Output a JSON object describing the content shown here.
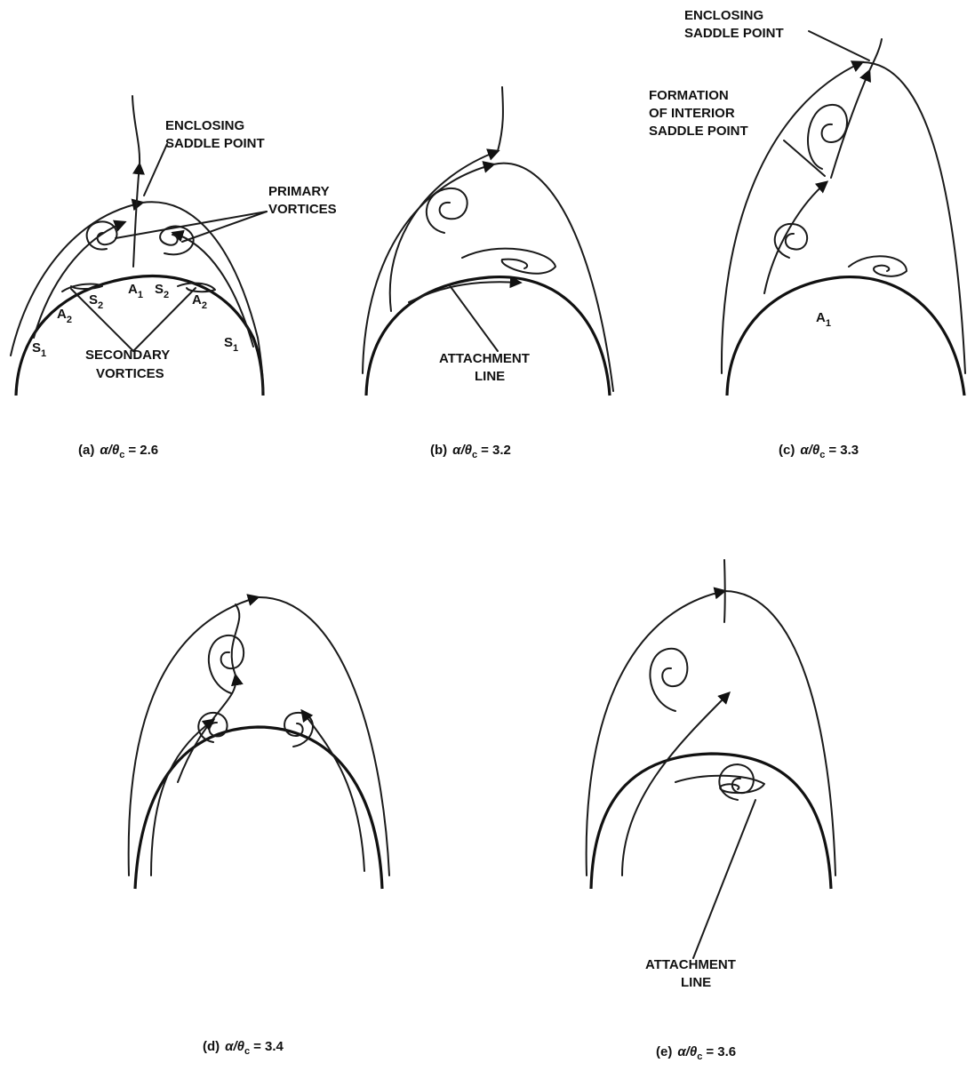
{
  "panels": [
    {
      "id": "a",
      "caption": {
        "prefix": "(a)",
        "ratio": "α/θ",
        "sub": "c",
        "value": "= 2.6"
      },
      "labels": [
        {
          "key": "enc1",
          "text": "ENCLOSING"
        },
        {
          "key": "enc2",
          "text": "SADDLE  POINT"
        },
        {
          "key": "prim1",
          "text": "PRIMARY"
        },
        {
          "key": "prim2",
          "text": "VORTICES"
        },
        {
          "key": "sec1",
          "text": "SECONDARY"
        },
        {
          "key": "sec2",
          "text": "VORTICES"
        },
        {
          "key": "A1",
          "text": "A",
          "sub": "1"
        },
        {
          "key": "S2L",
          "text": "S",
          "sub": "2"
        },
        {
          "key": "S2R",
          "text": "S",
          "sub": "2"
        },
        {
          "key": "A2L",
          "text": "A",
          "sub": "2"
        },
        {
          "key": "A2R",
          "text": "A",
          "sub": "2"
        },
        {
          "key": "S1L",
          "text": "S",
          "sub": "1"
        },
        {
          "key": "S1R",
          "text": "S",
          "sub": "1"
        }
      ]
    },
    {
      "id": "b",
      "caption": {
        "prefix": "(b)",
        "ratio": "α/θ",
        "sub": "c",
        "value": "= 3.2"
      },
      "labels": [
        {
          "key": "att1",
          "text": "ATTACHMENT"
        },
        {
          "key": "att2",
          "text": "LINE"
        }
      ]
    },
    {
      "id": "c",
      "caption": {
        "prefix": "(c)",
        "ratio": "α/θ",
        "sub": "c",
        "value": "= 3.3"
      },
      "labels": [
        {
          "key": "enc1",
          "text": "ENCLOSING"
        },
        {
          "key": "enc2",
          "text": "SADDLE POINT"
        },
        {
          "key": "form1",
          "text": "FORMATION"
        },
        {
          "key": "form2",
          "text": "OF INTERIOR"
        },
        {
          "key": "form3",
          "text": "SADDLE POINT"
        },
        {
          "key": "A1",
          "text": "A",
          "sub": "1"
        }
      ]
    },
    {
      "id": "d",
      "caption": {
        "prefix": "(d)",
        "ratio": "α/θ",
        "sub": "c",
        "value": "= 3.4"
      },
      "labels": []
    },
    {
      "id": "e",
      "caption": {
        "prefix": "(e)",
        "ratio": "α/θ",
        "sub": "c",
        "value": "= 3.6"
      },
      "labels": [
        {
          "key": "att1",
          "text": "ATTACHMENT"
        },
        {
          "key": "att2",
          "text": "LINE"
        }
      ]
    }
  ]
}
